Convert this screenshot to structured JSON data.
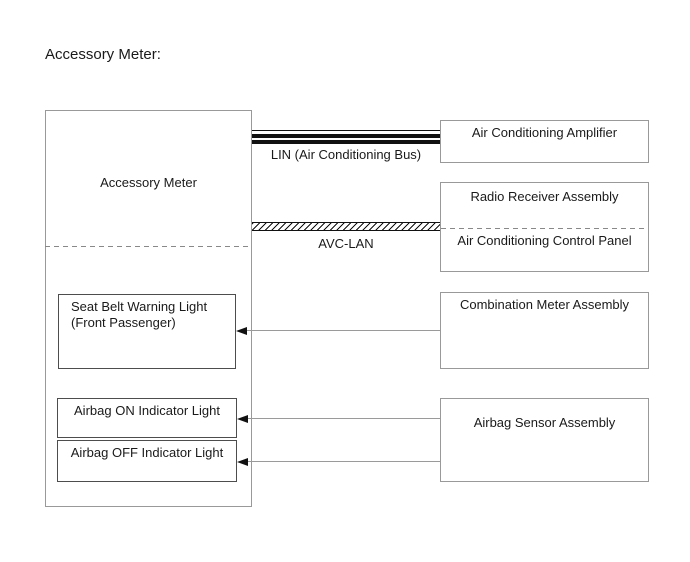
{
  "title": "Accessory Meter:",
  "main_unit": {
    "label": "Accessory Meter",
    "indicators": {
      "seat_belt": {
        "line1": "Seat Belt Warning Light",
        "line2": "(Front Passenger)"
      },
      "airbag_on": {
        "label": "Airbag ON Indicator Light"
      },
      "airbag_off": {
        "label": "Airbag OFF Indicator Light"
      }
    }
  },
  "external_units": {
    "ac_amplifier": {
      "label": "Air Conditioning Amplifier"
    },
    "radio_receiver": {
      "label": "Radio Receiver Assembly"
    },
    "ac_control_panel": {
      "label": "Air Conditioning Control Panel"
    },
    "combination_meter": {
      "label": "Combination Meter Assembly"
    },
    "airbag_sensor": {
      "label": "Airbag Sensor Assembly"
    }
  },
  "buses": {
    "lin": {
      "label": "LIN (Air Conditioning Bus)",
      "style": "double-solid-band"
    },
    "avc_lan": {
      "label": "AVC-LAN",
      "style": "hatched-band"
    }
  },
  "connections": [
    {
      "from": "combination-meter-assembly",
      "to": "seat-belt-warning-light",
      "type": "arrow-left"
    },
    {
      "from": "airbag-sensor-assembly",
      "to": "airbag-on-indicator-light",
      "type": "arrow-left"
    },
    {
      "from": "airbag-sensor-assembly",
      "to": "airbag-off-indicator-light",
      "type": "arrow-left"
    },
    {
      "from": "accessory-meter",
      "to": "air-conditioning-amplifier",
      "type": "lin-bus"
    },
    {
      "from": "accessory-meter",
      "to": "radio-receiver-and-ac-control-panel",
      "type": "avc-lan-bus"
    }
  ],
  "colors": {
    "background": "#ffffff",
    "outer_box_border": "#999999",
    "inner_box_border": "#4d4d4d",
    "bus_black": "#111111",
    "arrow_line": "#9a9a9a",
    "arrow_head": "#111111",
    "dashed_line": "#888888",
    "text": "#1a1a1a"
  }
}
